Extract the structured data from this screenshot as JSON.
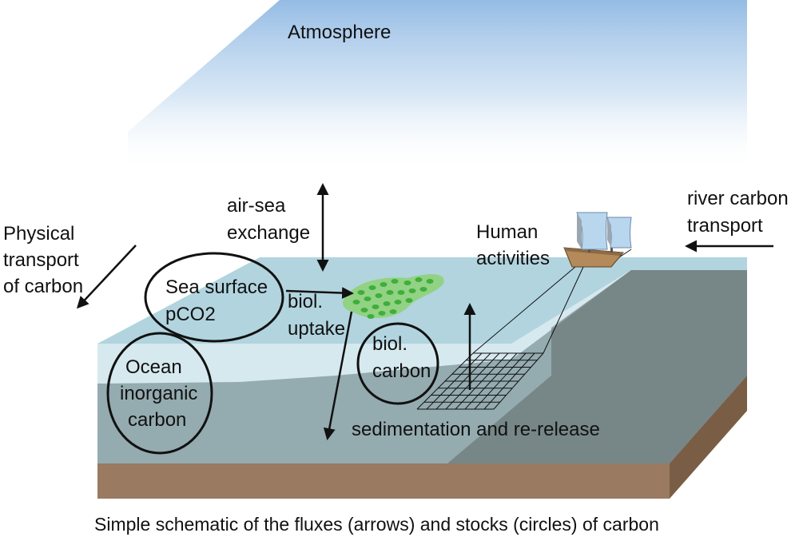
{
  "labels": {
    "atmosphere": "Atmosphere",
    "air_sea_line1": "air-sea",
    "air_sea_line2": "exchange",
    "physical_line1": "Physical",
    "physical_line2": "transport",
    "physical_line3": "of carbon",
    "river_line1": "river carbon",
    "river_line2": "transport",
    "human_line1": "Human",
    "human_line2": "activities",
    "sea_surface_line1": "Sea surface",
    "sea_surface_line2": "pCO2",
    "biol_uptake_line1": "biol.",
    "biol_uptake_line2": "uptake",
    "biol_carbon_line1": "biol.",
    "biol_carbon_line2": "carbon",
    "ocean_line1": "Ocean",
    "ocean_line2": "inorganic",
    "ocean_line3": "carbon",
    "sedimentation": "sedimentation and re-release"
  },
  "caption": "Simple schematic of the fluxes (arrows) and stocks (circles) of carbon",
  "colors": {
    "sky_top": "#8fb8e3",
    "water_top": "#a9cfdc",
    "water_front": "#b5d7e2",
    "seabed": "#6d7774",
    "soil_front": "#9a7a60",
    "soil_side": "#7a5d45",
    "plankton": "#8fd17a",
    "plankton_dot": "#3fae3a",
    "boat_hull": "#b48a5a",
    "sail": "#b9d6ef"
  }
}
